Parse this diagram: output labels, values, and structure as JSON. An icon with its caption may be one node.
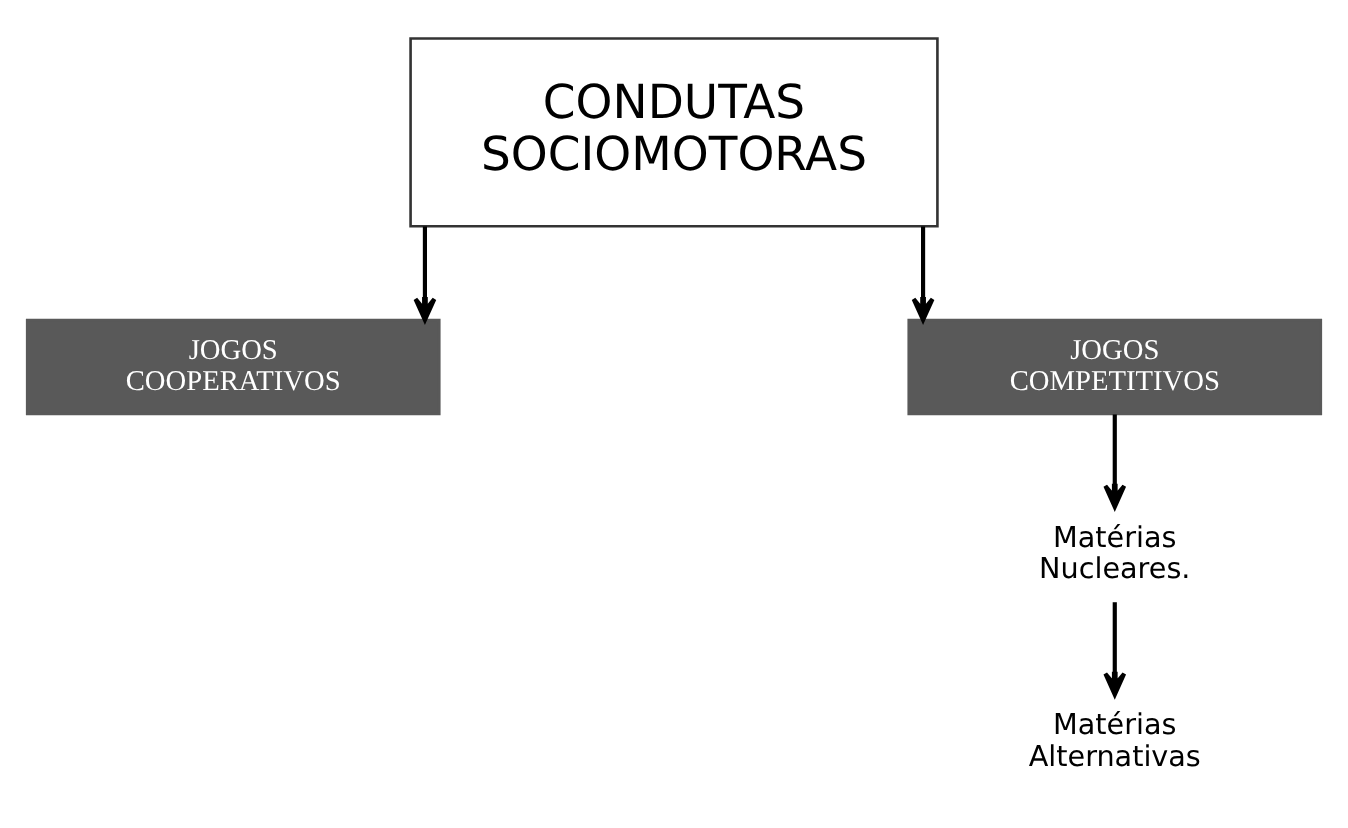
{
  "diagram": {
    "nodes": [
      {
        "text": [
          "CONDUTAS SOCIOMOTORAS"
        ]
      },
      {
        "text": [
          "JOGOS COOPERATIVOS"
        ]
      },
      {
        "text": [
          "JOGOS COMPETITIVOS"
        ]
      },
      {
        "text": [
          "Matérias Nucleares."
        ]
      },
      {
        "text": [
          "Matérias Alternativas"
        ]
      }
    ],
    "edges": [
      {
        "from": 0,
        "to": 1,
        "arrow": "to"
      },
      {
        "from": 0,
        "to": 2,
        "arrow": "to"
      },
      {
        "from": 2,
        "to": 3,
        "arrow": "to"
      },
      {
        "from": 3,
        "to": 4,
        "arrow": "to"
      }
    ]
  }
}
